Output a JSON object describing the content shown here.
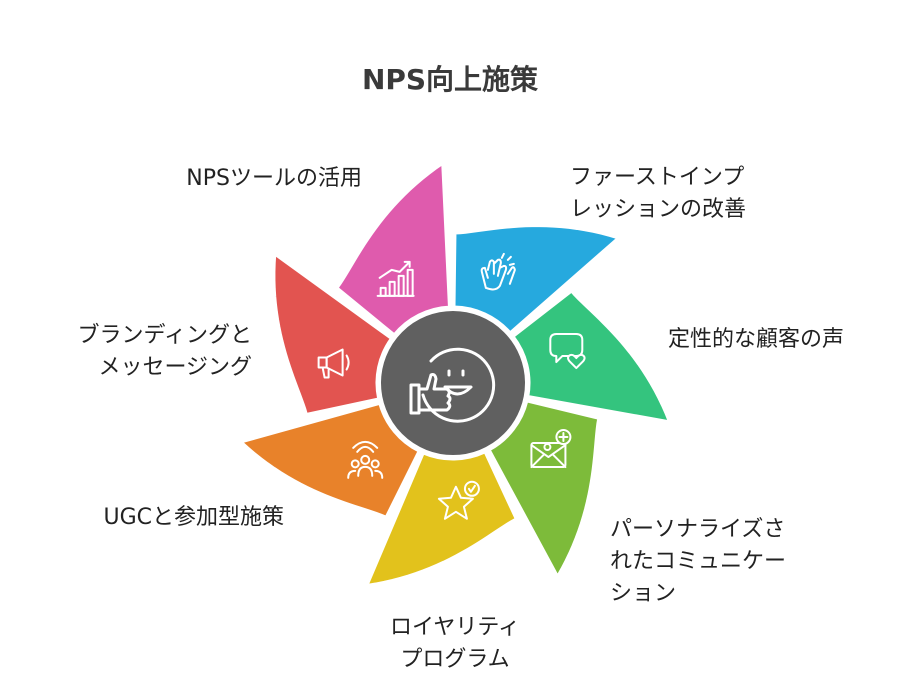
{
  "title": "NPS向上施策",
  "segments": [
    {
      "id": "first-impression",
      "lines": [
        "ファーストインプ",
        "レッションの改善"
      ],
      "color": "#26a9de",
      "icon": "clapping-hands-icon"
    },
    {
      "id": "customer-voice",
      "lines": [
        "定性的な顧客の声"
      ],
      "color": "#34c47e",
      "icon": "speech-bubble-heart-icon"
    },
    {
      "id": "personalized-communication",
      "lines": [
        "パーソナライズさ",
        "れたコミュニケー",
        "ション"
      ],
      "color": "#7dbb3a",
      "icon": "envelope-person-icon"
    },
    {
      "id": "loyalty-program",
      "lines": [
        "ロイヤリティ",
        "プログラム"
      ],
      "color": "#e2c21c",
      "icon": "star-check-icon"
    },
    {
      "id": "ugc",
      "lines": [
        "UGCと参加型施策"
      ],
      "color": "#e8822a",
      "icon": "people-group-icon"
    },
    {
      "id": "branding",
      "lines": [
        "ブランディングと",
        "メッセージング"
      ],
      "color": "#e25450",
      "icon": "megaphone-icon"
    },
    {
      "id": "nps-tool",
      "lines": [
        "NPSツールの活用"
      ],
      "color": "#df5bad",
      "icon": "growth-chart-icon"
    }
  ],
  "center": {
    "color": "#606060",
    "icon": "smiley-thumbs-up-icon"
  }
}
